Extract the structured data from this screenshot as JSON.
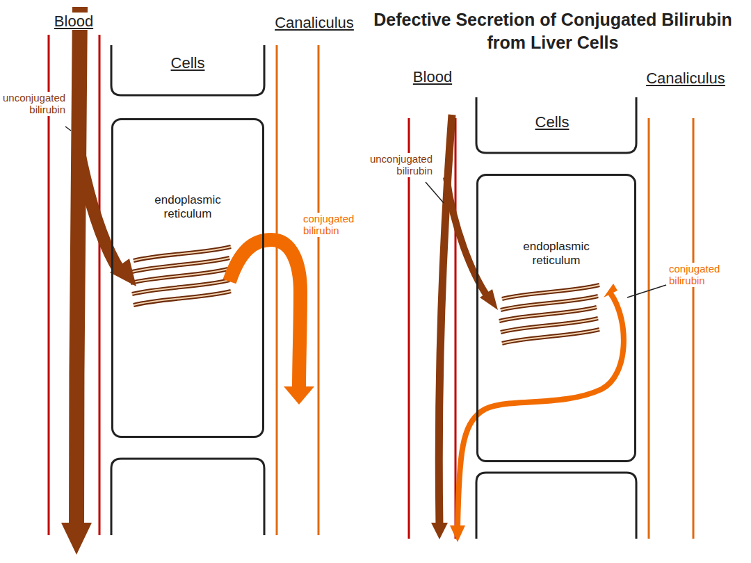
{
  "diagram": {
    "title": "Defective Secretion of Conjugated Bilirubin from Liver Cells",
    "nodes": [
      {
        "text": [
          "endoplasmic reticulum"
        ]
      },
      {
        "text": [
          "endoplasmic reticulum"
        ]
      }
    ],
    "labels": [
      "Blood",
      "Cells",
      "Canaliculus",
      "unconjugated bilirubin",
      "conjugated bilirubin",
      "Blood",
      "Cells",
      "Canaliculus",
      "unconjugated bilirubin",
      "conjugated bilirubin"
    ]
  }
}
